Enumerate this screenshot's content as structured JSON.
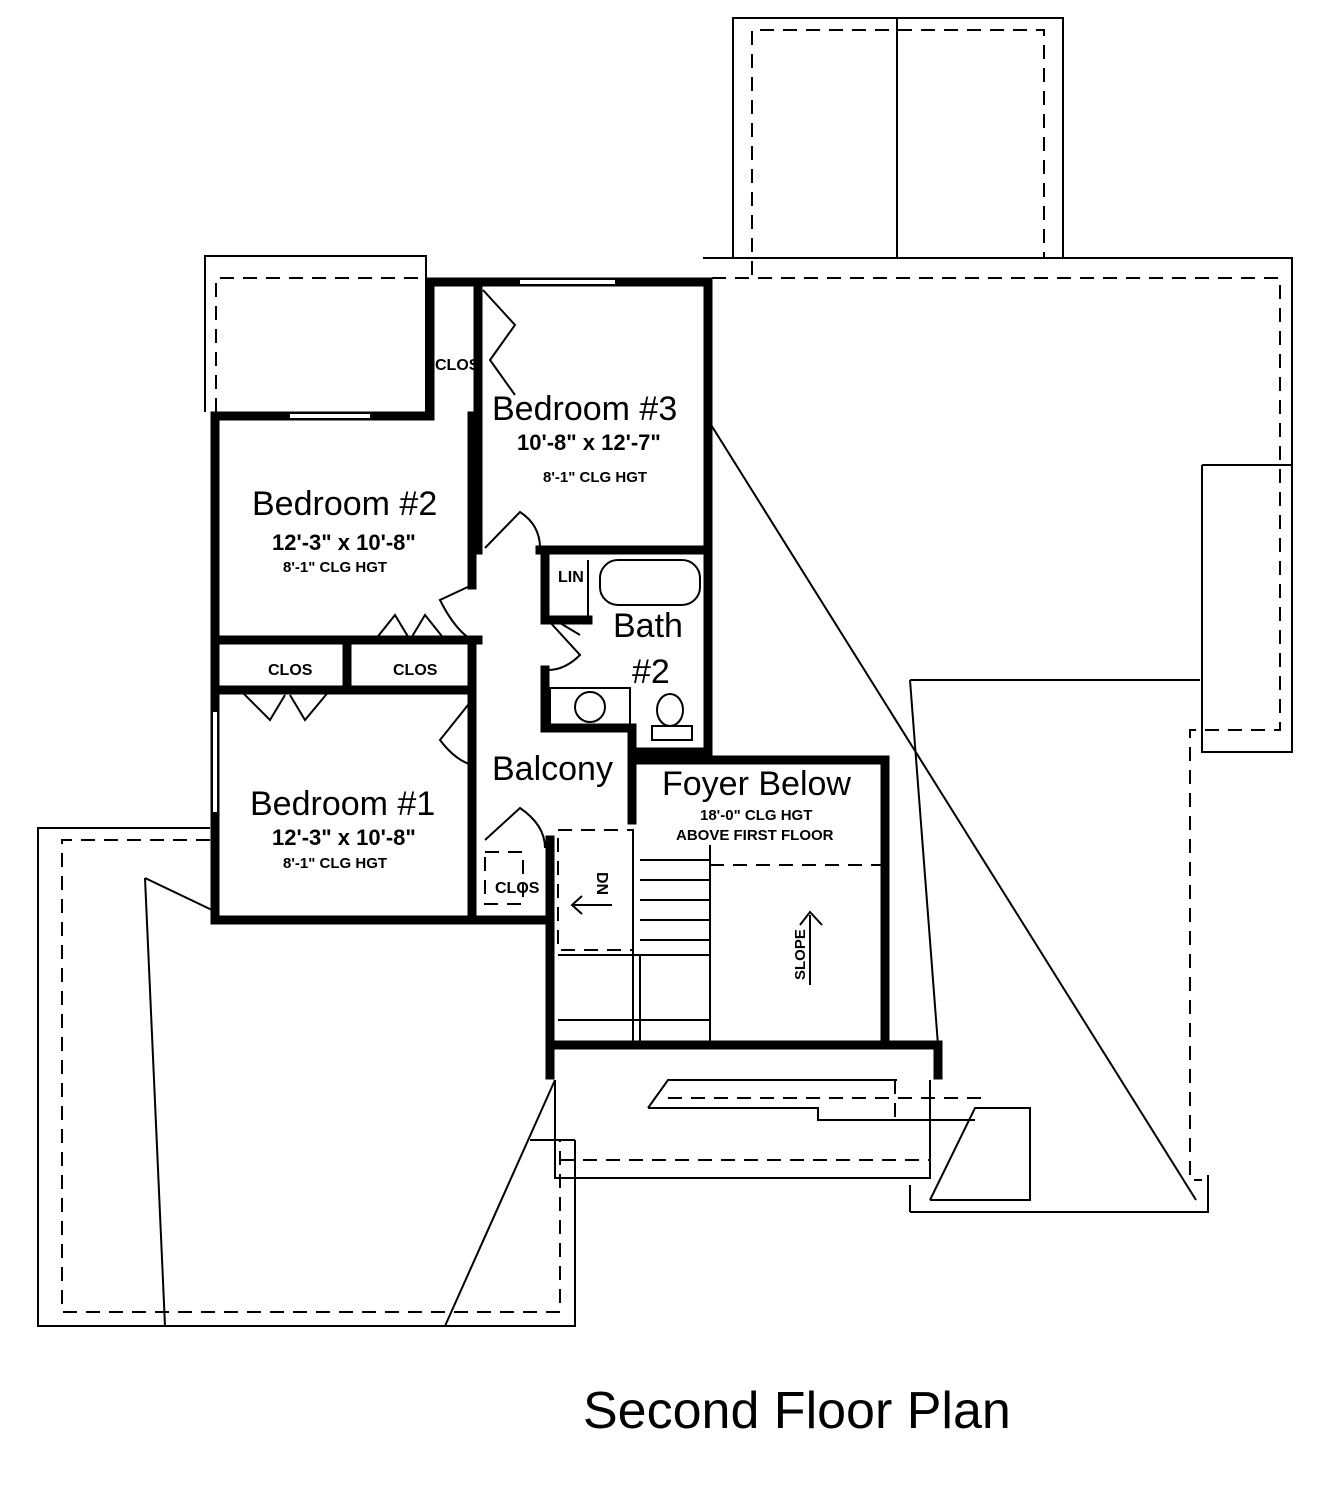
{
  "title": "Second Floor Plan",
  "rooms": {
    "bedroom3": {
      "name": "Bedroom #3",
      "dims": "10'-8\" x 12'-7\"",
      "ceiling": "8'-1\" CLG HGT"
    },
    "bedroom2": {
      "name": "Bedroom #2",
      "dims": "12'-3\" x 10'-8\"",
      "ceiling": "8'-1\" CLG HGT"
    },
    "bedroom1": {
      "name": "Bedroom #1",
      "dims": "12'-3\" x 10'-8\"",
      "ceiling": "8'-1\" CLG HGT"
    },
    "bath2": {
      "line1": "Bath",
      "line2": "#2"
    },
    "balcony": {
      "name": "Balcony"
    },
    "foyer": {
      "name": "Foyer Below",
      "ceiling": "18'-0\" CLG HGT",
      "note": "ABOVE FIRST FLOOR"
    }
  },
  "closets": {
    "clos_bed3": "CLOS",
    "clos_left": "CLOS",
    "clos_right": "CLOS",
    "clos_balcony": "CLOS",
    "linen": "LIN"
  },
  "stairs": {
    "label": "DN"
  },
  "slope": {
    "label": "SLOPE"
  }
}
